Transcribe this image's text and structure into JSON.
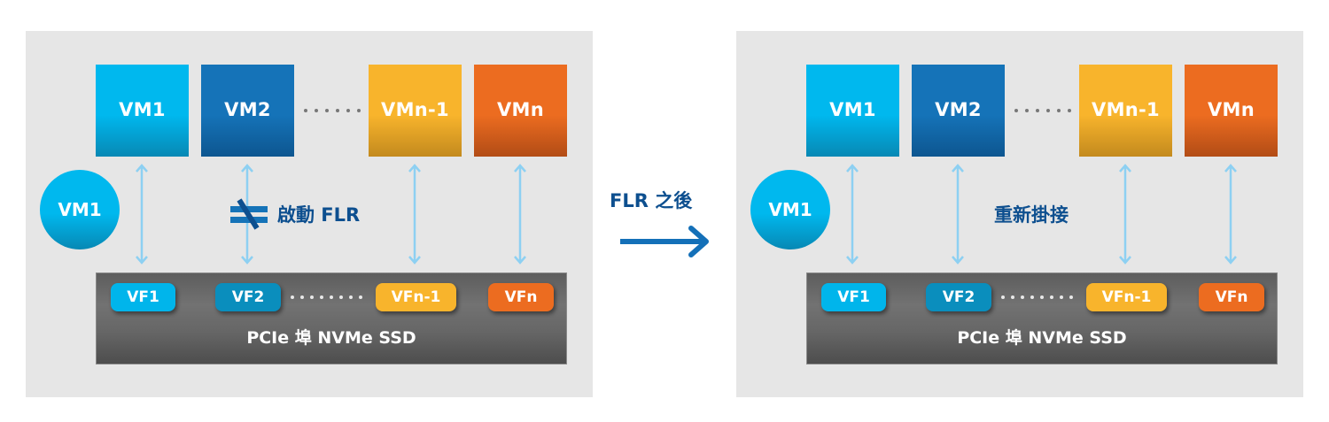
{
  "left_panel": {
    "vms": [
      {
        "label": "VM1",
        "color": "#00b8ee"
      },
      {
        "label": "VM2",
        "color": "#1573b8"
      },
      {
        "label": "VMn-1",
        "color": "#f8b42c"
      },
      {
        "label": "VMn",
        "color": "#ec6c20"
      }
    ],
    "standalone_vm": "VM1",
    "status_label": "啟動 FLR",
    "status_icon": "not-equal-icon",
    "vfs": [
      {
        "label": "VF1",
        "color": "#00b5eb"
      },
      {
        "label": "VF2",
        "color": "#0a8ebd"
      },
      {
        "label": "VFn-1",
        "color": "#f8b42c"
      },
      {
        "label": "VFn",
        "color": "#ec6c20"
      }
    ],
    "device_label": "PCIe 埠 NVMe SSD"
  },
  "transition": {
    "label": "FLR 之後",
    "icon": "arrow-right-icon",
    "color": "#1470b8"
  },
  "right_panel": {
    "vms": [
      {
        "label": "VM1",
        "color": "#00b8ee"
      },
      {
        "label": "VM2",
        "color": "#1573b8"
      },
      {
        "label": "VMn-1",
        "color": "#f8b42c"
      },
      {
        "label": "VMn",
        "color": "#ec6c20"
      }
    ],
    "standalone_vm": "VM1",
    "status_label": "重新掛接",
    "vfs": [
      {
        "label": "VF1",
        "color": "#00b5eb"
      },
      {
        "label": "VF2",
        "color": "#0a8ebd"
      },
      {
        "label": "VFn-1",
        "color": "#f8b42c"
      },
      {
        "label": "VFn",
        "color": "#ec6c20"
      }
    ],
    "device_label": "PCIe 埠 NVMe SSD"
  },
  "colors": {
    "panel_bg": "#e6e6e6",
    "link_arrow": "#8dd0f2",
    "text_dark_blue": "#0d4f8f",
    "ssd_bg": "#666666"
  }
}
